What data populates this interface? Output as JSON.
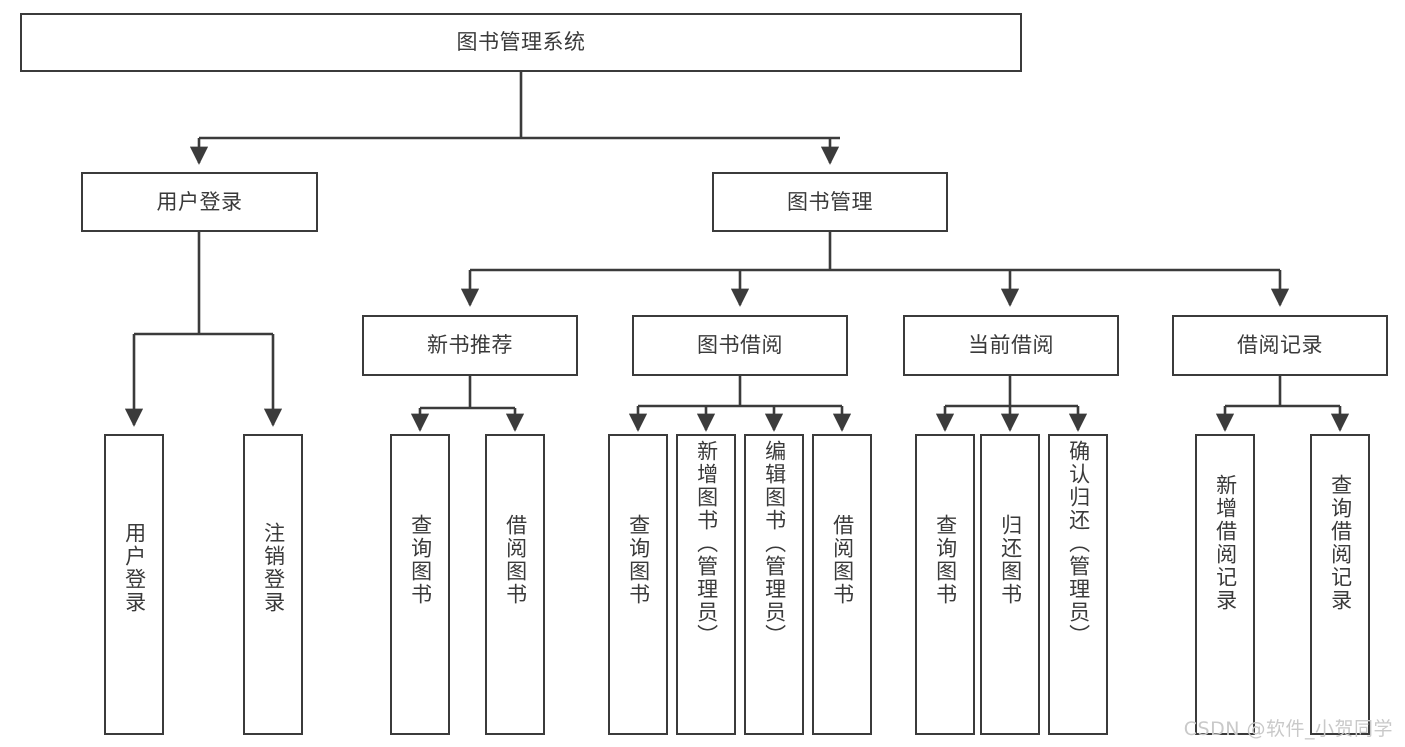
{
  "diagram": {
    "title": "图书管理系统",
    "watermark": "CSDN @软件_小贺同学",
    "stroke_color": "#3b3b3b",
    "text_color": "#3a3a3a",
    "background_color": "#ffffff"
  },
  "nodes": {
    "root": {
      "label": "图书管理系统"
    },
    "level1": [
      {
        "label": "用户登录"
      },
      {
        "label": "图书管理"
      }
    ],
    "level2": [
      {
        "label": "新书推荐"
      },
      {
        "label": "图书借阅"
      },
      {
        "label": "当前借阅"
      },
      {
        "label": "借阅记录"
      }
    ],
    "leaves": {
      "user_login": [
        {
          "label": "用户登录"
        },
        {
          "label": "注销登录"
        }
      ],
      "new_book_recommend": [
        {
          "label": "查询图书"
        },
        {
          "label": "借阅图书"
        }
      ],
      "book_borrow": [
        {
          "label": "查询图书"
        },
        {
          "label": "新增图书（管理员）"
        },
        {
          "label": "编辑图书（管理员）"
        },
        {
          "label": "借阅图书"
        }
      ],
      "current_borrow": [
        {
          "label": "查询图书"
        },
        {
          "label": "归还图书"
        },
        {
          "label": "确认归还（管理员）"
        }
      ],
      "borrow_record": [
        {
          "label": "新增借阅记录"
        },
        {
          "label": "查询借阅记录"
        }
      ]
    }
  }
}
